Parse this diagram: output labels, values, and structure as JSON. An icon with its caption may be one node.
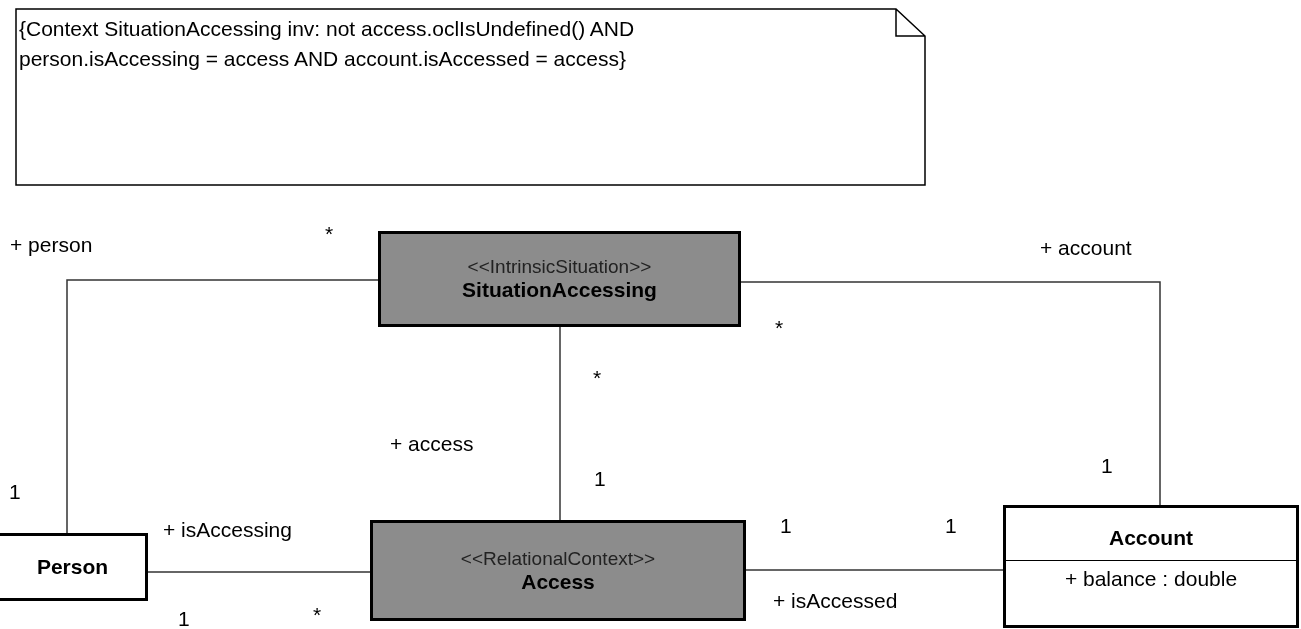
{
  "diagram": {
    "nodes": [
      {
        "text": [
          "{Context SituationAccessing inv: not access.oclIsUndefined() AND person.isAccessing = access AND account.isAccessed = access}"
        ]
      },
      {
        "text": [
          "<<IntrinsicSituation>>",
          "SituationAccessing"
        ]
      },
      {
        "text": [
          "Person"
        ]
      },
      {
        "text": [
          "<<RelationalContext>>",
          "Access"
        ]
      },
      {
        "text": [
          "Account",
          "+ balance : double"
        ]
      }
    ],
    "edges": [
      {
        "from": 1,
        "to": 2,
        "arrow": "none"
      },
      {
        "from": 1,
        "to": 4,
        "arrow": "none"
      },
      {
        "from": 1,
        "to": 3,
        "arrow": "none"
      },
      {
        "from": 2,
        "to": 3,
        "arrow": "none"
      },
      {
        "from": 3,
        "to": 4,
        "arrow": "none"
      }
    ],
    "labels": [
      "*",
      "+ person",
      "+ account",
      "*",
      "*",
      "+ access",
      "1",
      "1",
      "1",
      "+ isAccessing",
      "1",
      "1",
      "+ isAccessed",
      "*",
      "1"
    ]
  }
}
